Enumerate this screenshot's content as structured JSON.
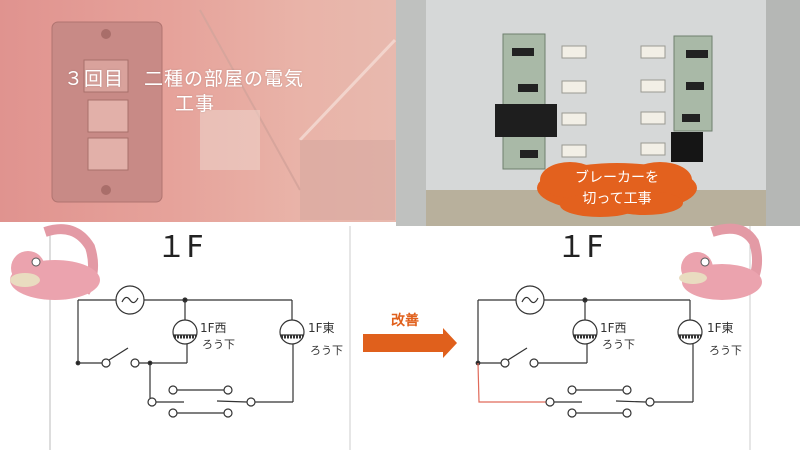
{
  "slide": {
    "title_line1": "３回目　二種の部屋の電気",
    "title_line2": "工事",
    "callout_line1": "ブレーカーを",
    "callout_line2": "切って工事",
    "improve_label": "改善",
    "accent_color": "#e0601c"
  },
  "diagram_before": {
    "floor_title": "１F",
    "lamp_west": [
      "1F西",
      "ろう下"
    ],
    "lamp_east": [
      "1F東",
      "ろう下"
    ]
  },
  "diagram_after": {
    "floor_title": "１F",
    "lamp_west": [
      "1F西",
      "ろう下"
    ],
    "lamp_east": [
      "1F東",
      "ろう下"
    ],
    "changed_wire_color": "#e06a5a"
  }
}
